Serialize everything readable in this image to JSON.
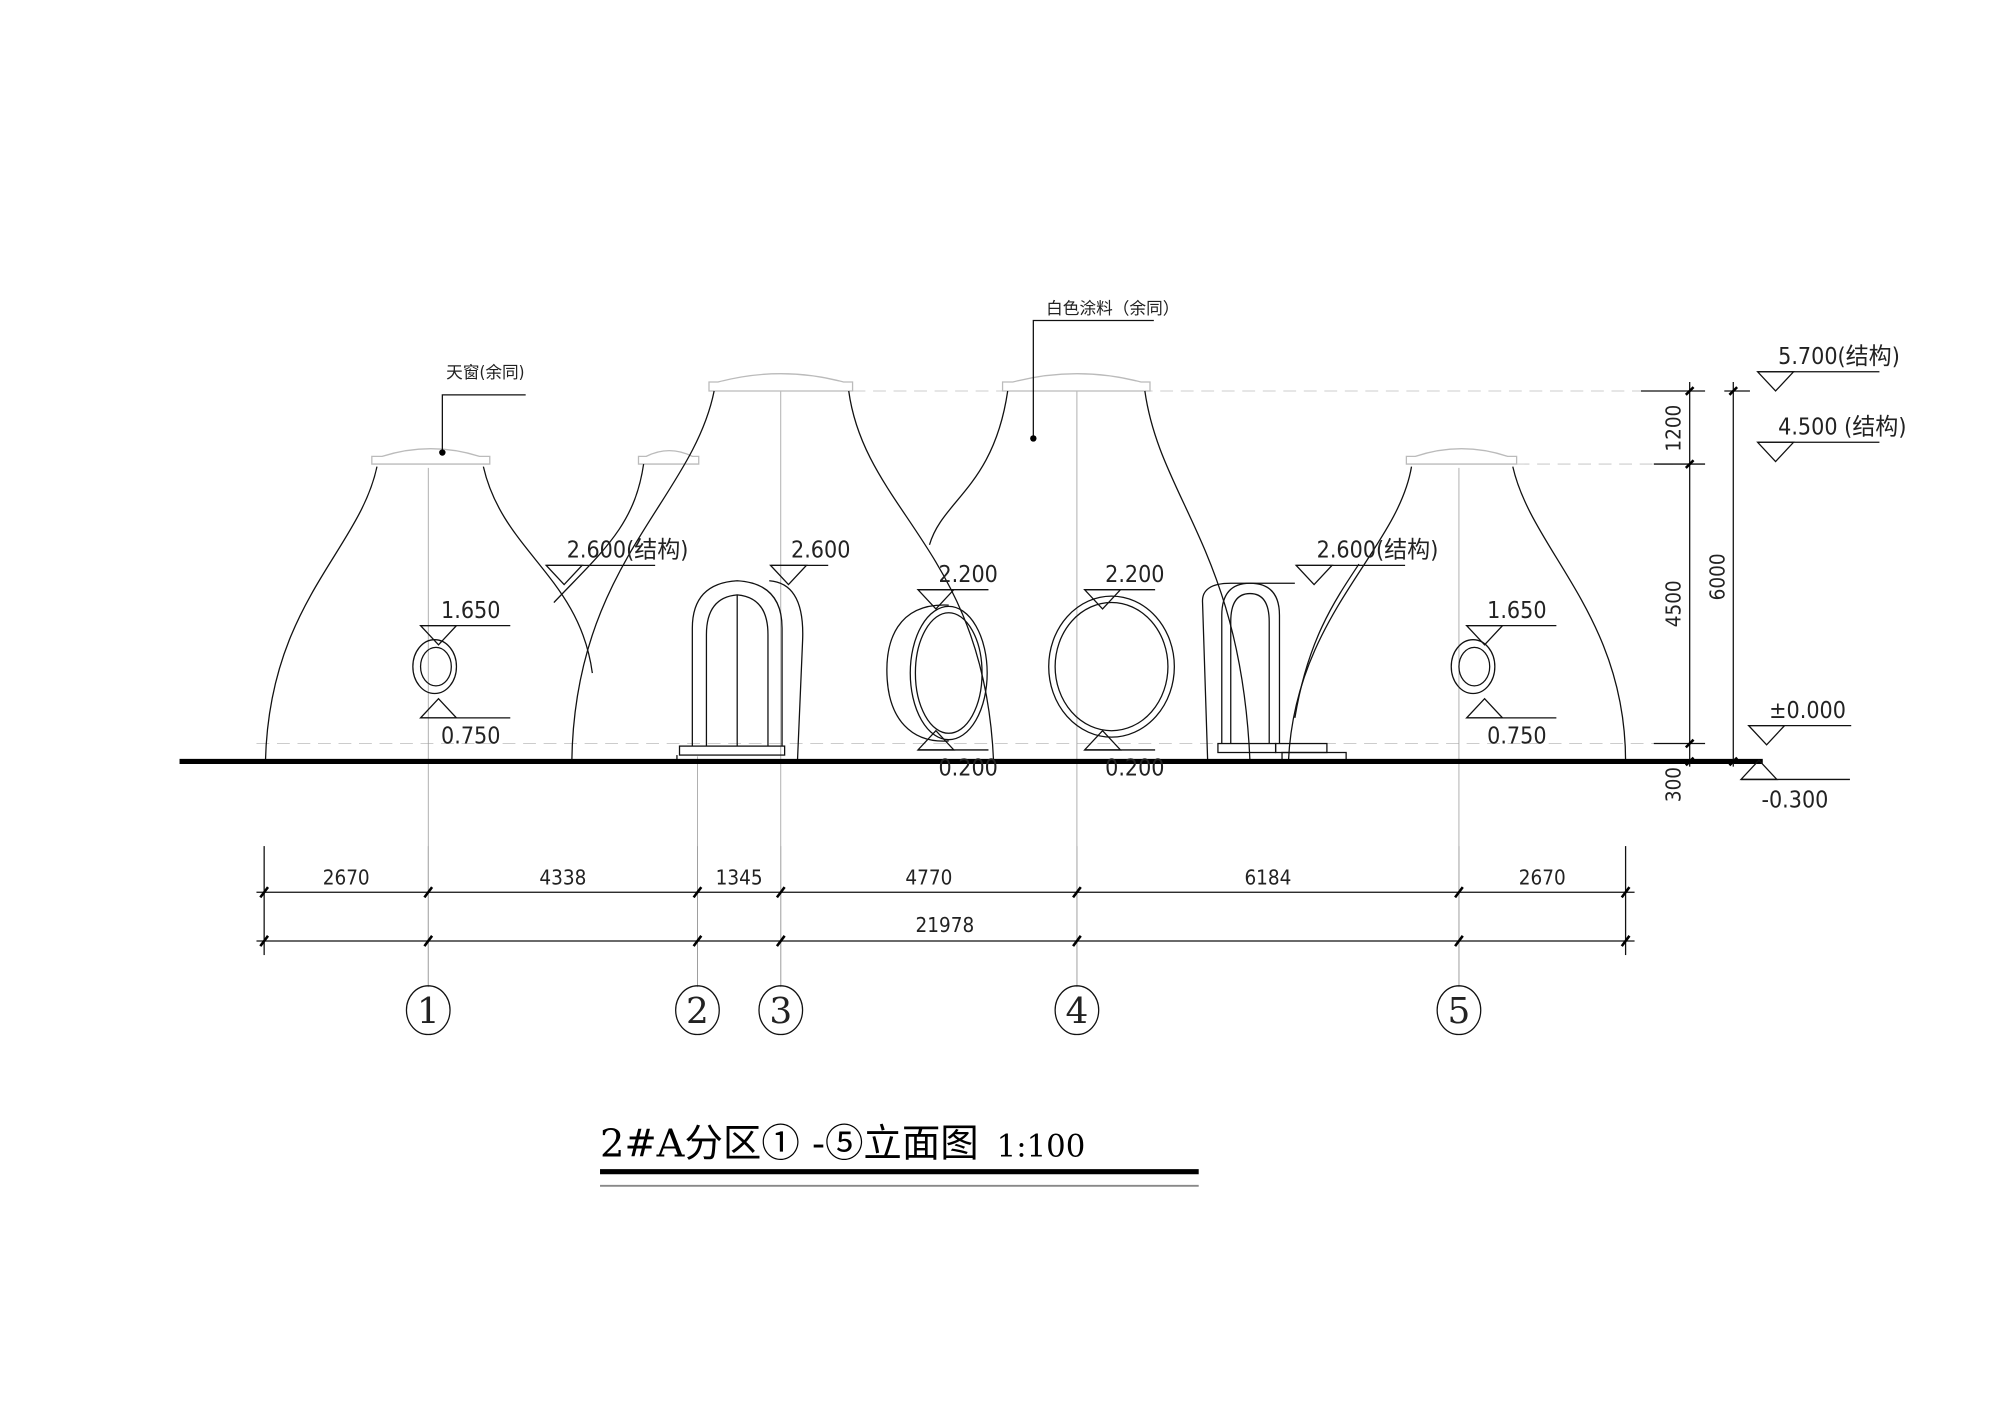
{
  "drawing": {
    "title": "2#A分区① -⑤立面图",
    "scale": "1:100",
    "notes": {
      "skylight": "天窗(余同)",
      "white_paint": "白色涂料（余同）"
    },
    "levels": {
      "left_window_top": "1.650",
      "left_window_bottom": "0.750",
      "left_roof": "2.600(结构)",
      "door_top": "2.600",
      "oval_window_top": "2.200",
      "oval_window_bottom": "0.200",
      "round_window_top": "2.200",
      "round_window_bottom": "0.200",
      "right_roof": "2.600(结构)",
      "right_window_top": "1.650",
      "right_window_bottom": "0.750",
      "top_structure": "5.700(结构)",
      "mid_structure": "4.500 (结构)",
      "ground": "±0.000",
      "outdoor": "-0.300"
    },
    "vertical_dims": {
      "top": "1200",
      "middle": "4500",
      "bottom": "300",
      "total": "6000"
    },
    "horizontal_dims": {
      "segments": [
        "2670",
        "4338",
        "1345",
        "4770",
        "6184",
        "2670"
      ],
      "total": "21978"
    },
    "axes": [
      "①",
      "②",
      "③",
      "④",
      "⑤"
    ]
  }
}
